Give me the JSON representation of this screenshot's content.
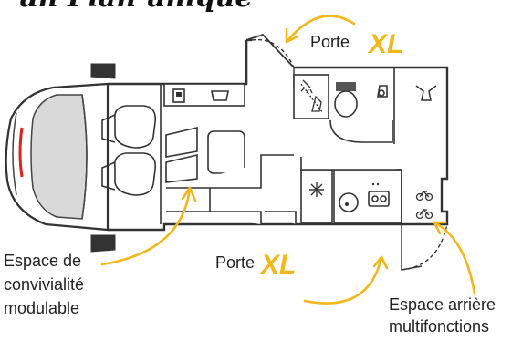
{
  "title": "un Plan unique",
  "labels": {
    "porte_top": "Porte",
    "porte_bottom": "Porte",
    "xl_top": "XL",
    "xl_bottom": "XL",
    "espace_conv_line1": "Espace de",
    "espace_conv_line2": "convivialité",
    "espace_conv_line3": "modulable",
    "espace_arriere_line1": "Espace arrière",
    "espace_arriere_line2": "multifonctions"
  },
  "colors": {
    "accent": "#F2B81B",
    "ink": "#2a2a2a",
    "wall": "#333333",
    "cab_grey": "#d9d9d9",
    "brake_red": "#e0221a"
  },
  "icons": [
    "shower-icon",
    "sink-icon",
    "toilet-icon",
    "hanger-icon",
    "snowflake-icon",
    "stove-icon",
    "bicycle-icon",
    "microwave-icon"
  ]
}
